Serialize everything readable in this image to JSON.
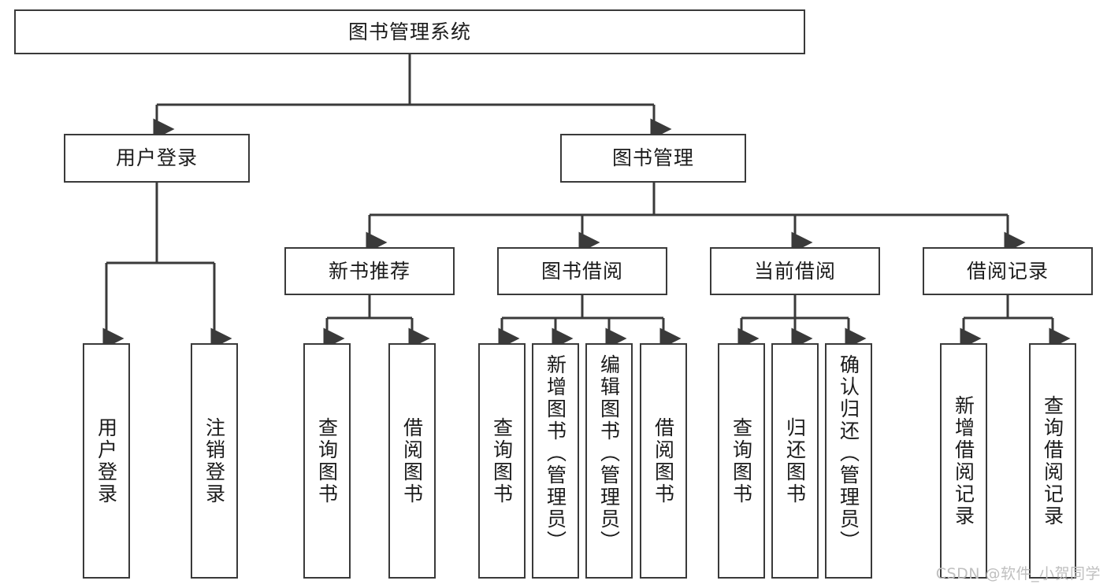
{
  "diagram": {
    "title": "图书管理系统",
    "type": "tree-hierarchy-chart",
    "orientation": "top-down",
    "line_color": "#3a3a3a",
    "box_fill": "#ffffff",
    "text_color": "#1b1b1b",
    "watermark": "CSDN @软件_小贺同学"
  },
  "nodes": {
    "root": {
      "label": "图书管理系统",
      "level": 1
    },
    "l2": [
      {
        "id": "user-login",
        "label": "用户登录",
        "level": 2
      },
      {
        "id": "book-manage",
        "label": "图书管理",
        "level": 2
      }
    ],
    "l3": [
      {
        "id": "new-book-recommend",
        "label": "新书推荐",
        "level": 3
      },
      {
        "id": "book-borrow",
        "label": "图书借阅",
        "level": 3
      },
      {
        "id": "current-borrow",
        "label": "当前借阅",
        "level": 3
      },
      {
        "id": "borrow-record",
        "label": "借阅记录",
        "level": 3
      }
    ],
    "leaves": {
      "user_login": [
        {
          "id": "leaf-user-login",
          "label": "用户登录"
        },
        {
          "id": "leaf-logout-login",
          "label": "注销登录"
        }
      ],
      "new_book_recommend": [
        {
          "id": "leaf-query-book-1",
          "label": "查询图书"
        },
        {
          "id": "leaf-borrow-book-1",
          "label": "借阅图书"
        }
      ],
      "book_borrow": [
        {
          "id": "leaf-query-book-2",
          "label": "查询图书"
        },
        {
          "id": "leaf-add-book",
          "label": "新增图书（管理员）"
        },
        {
          "id": "leaf-edit-book",
          "label": "编辑图书（管理员）"
        },
        {
          "id": "leaf-borrow-book-2",
          "label": "借阅图书"
        }
      ],
      "current_borrow": [
        {
          "id": "leaf-query-book-3",
          "label": "查询图书"
        },
        {
          "id": "leaf-return-book",
          "label": "归还图书"
        },
        {
          "id": "leaf-confirm-return",
          "label": "确认归还（管理员）"
        }
      ],
      "borrow_record": [
        {
          "id": "leaf-add-record",
          "label": "新增借阅记录"
        },
        {
          "id": "leaf-query-record",
          "label": "查询借阅记录"
        }
      ]
    }
  }
}
